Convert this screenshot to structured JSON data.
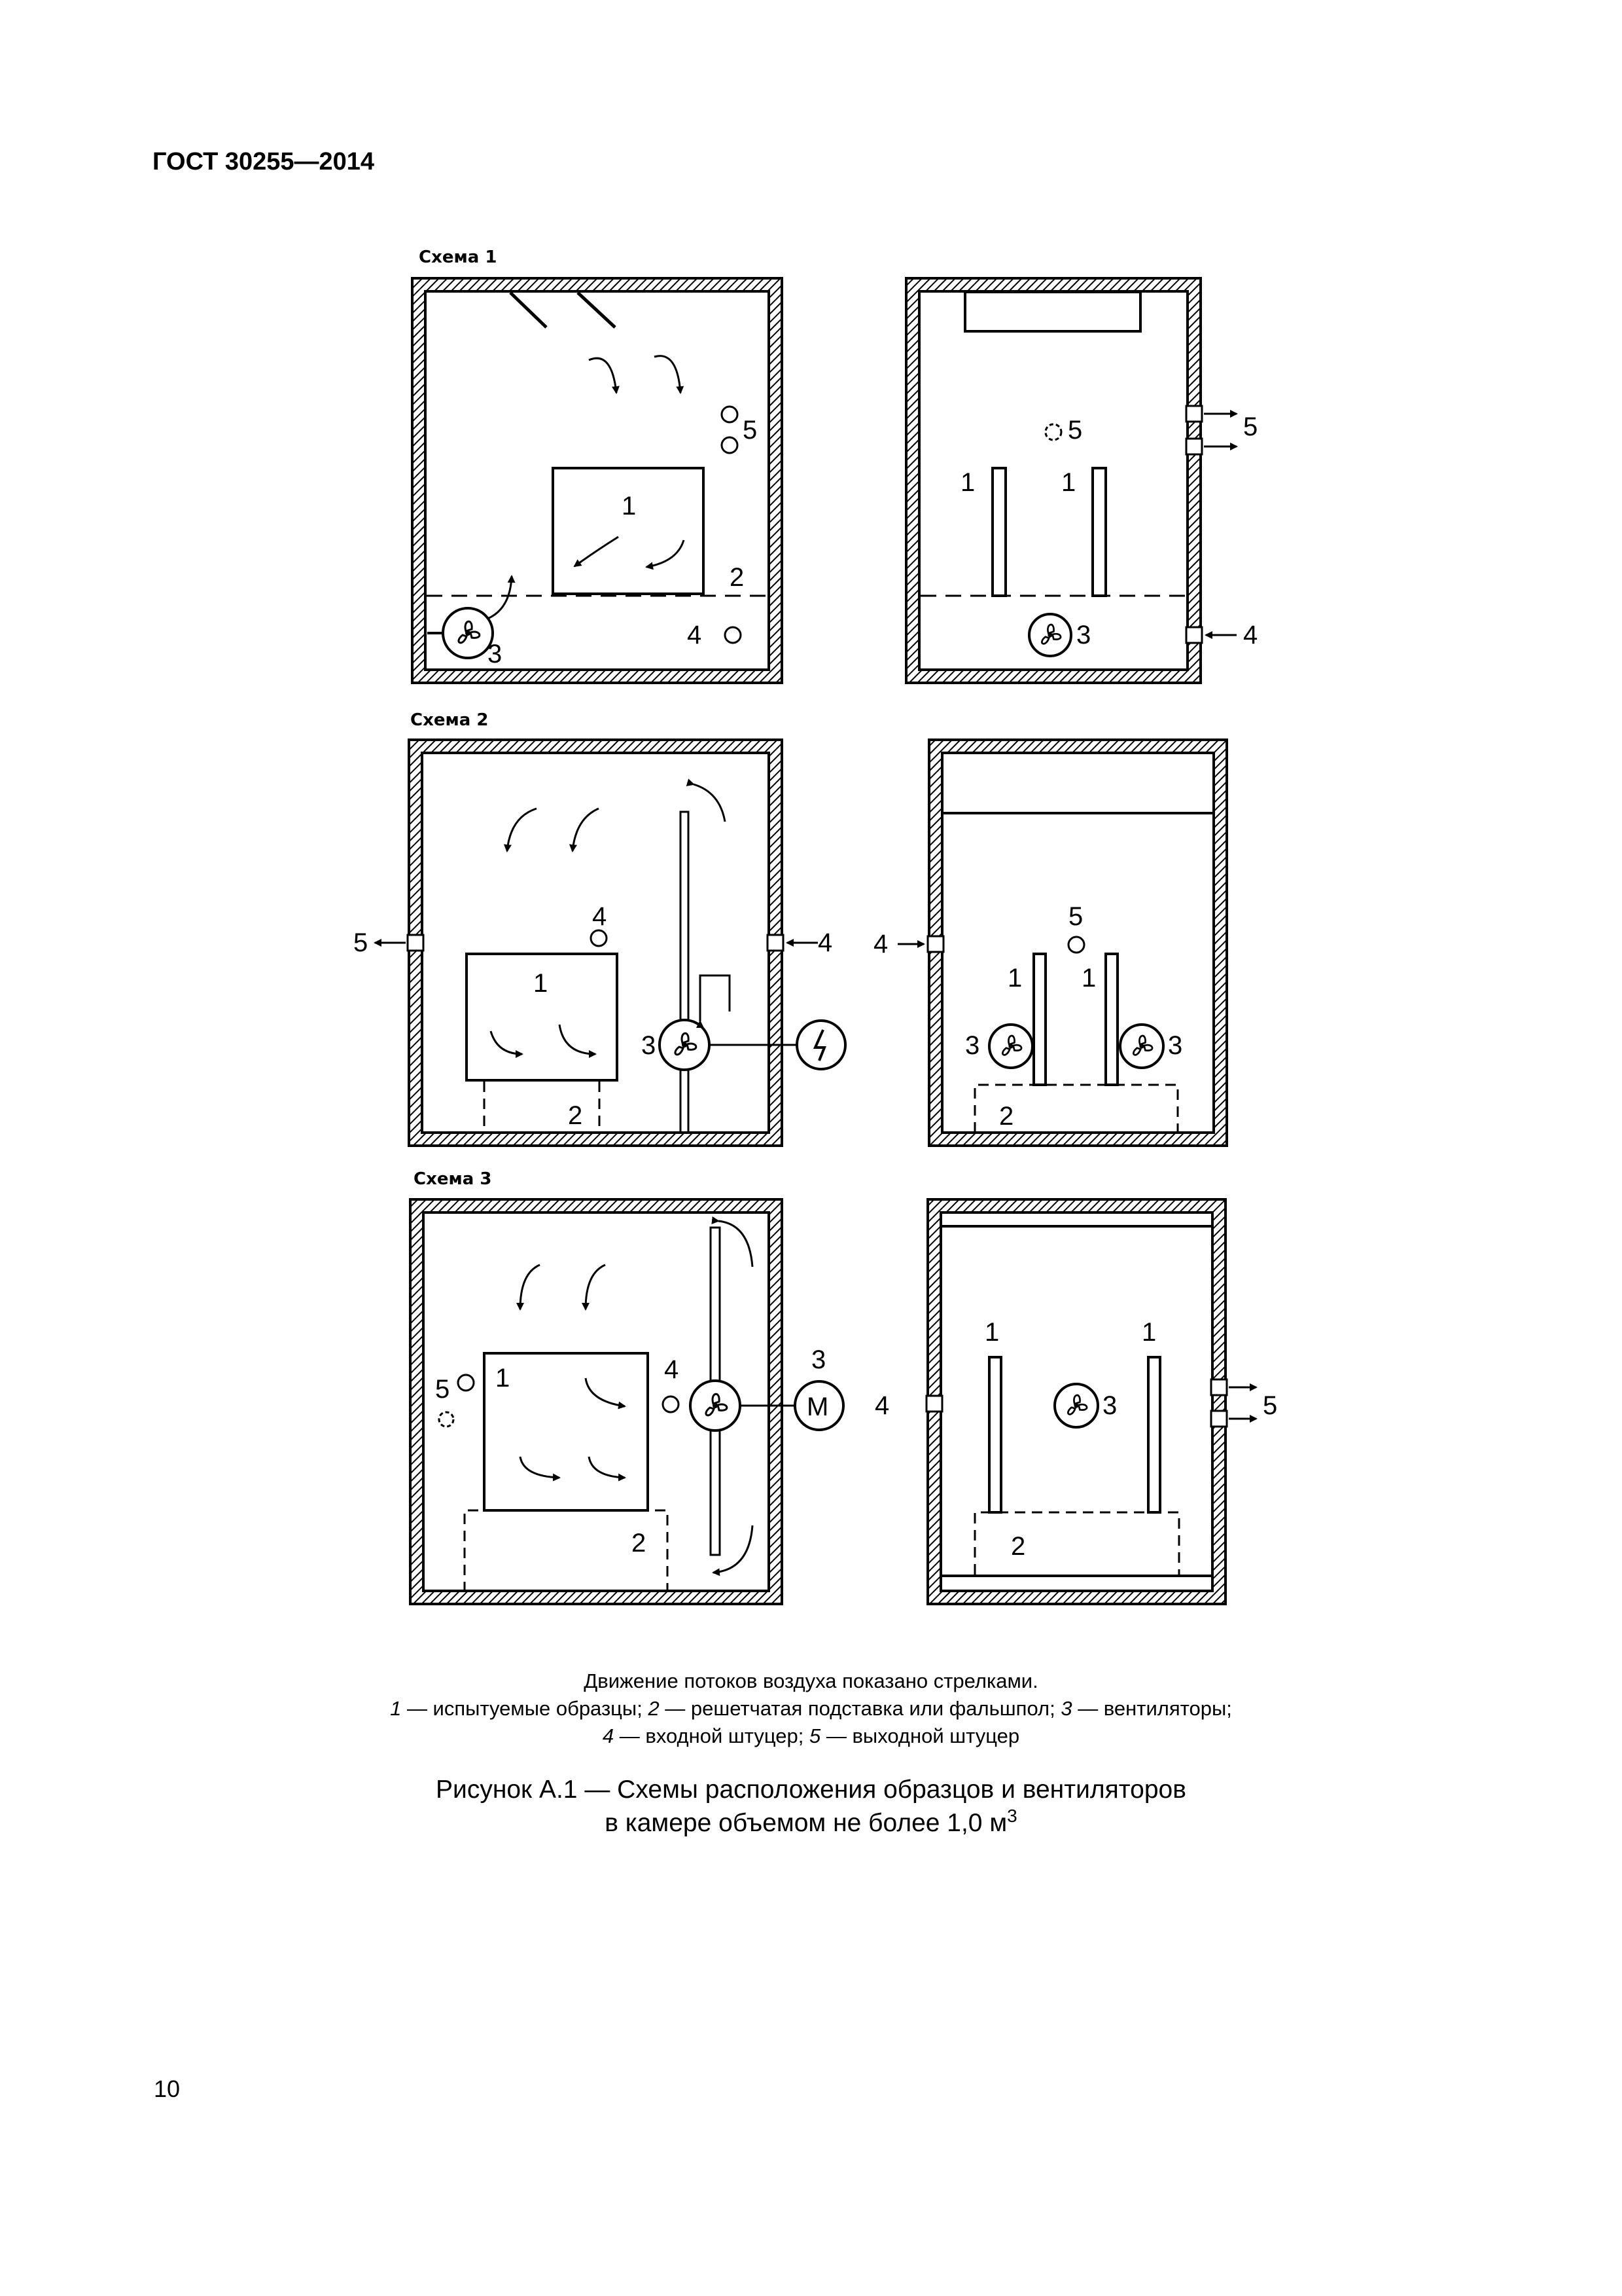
{
  "header": {
    "standard": "ГОСТ 30255—2014"
  },
  "schemes": [
    {
      "label": "Схема 1"
    },
    {
      "label": "Схема 2"
    },
    {
      "label": "Схема 3"
    }
  ],
  "callouts": {
    "n1": "1",
    "n2": "2",
    "n3": "3",
    "n4": "4",
    "n5": "5",
    "motor": "M"
  },
  "caption": {
    "note": "Движение потоков воздуха показано стрелками.",
    "legend": [
      {
        "num": "1",
        "text": " — испытуемые образцы; "
      },
      {
        "num": "2",
        "text": " — решетчатая подставка или фальшпол; "
      },
      {
        "num": "3",
        "text": " — вентиляторы;"
      },
      {
        "num": "4",
        "text": " — входной штуцер; "
      },
      {
        "num": "5",
        "text": " — выходной штуцер"
      }
    ],
    "figure_title_line1": "Рисунок А.1 — Схемы расположения образцов и вентиляторов",
    "figure_title_line2": "в камере объемом не более 1,0 м",
    "figure_title_sup": "3"
  },
  "page_number": "10"
}
